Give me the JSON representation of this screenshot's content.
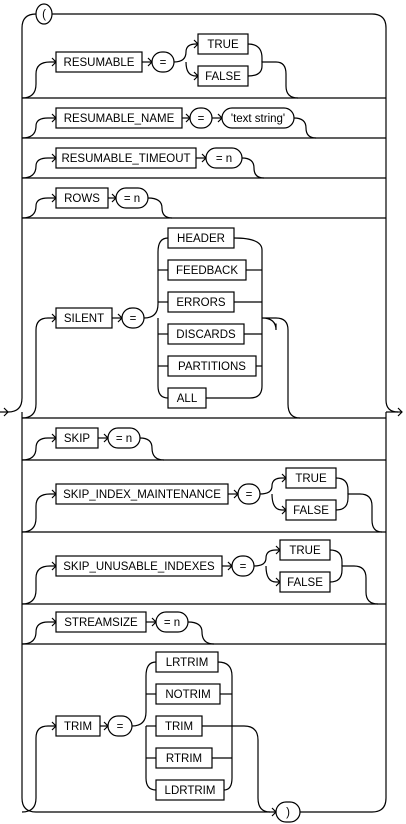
{
  "diagram": {
    "open_paren": "(",
    "close_paren": ")",
    "options": [
      {
        "keyword": "RESUMABLE",
        "equals": "=",
        "choices": [
          "TRUE",
          "FALSE"
        ]
      },
      {
        "keyword": "RESUMABLE_NAME",
        "equals": "=",
        "value": "'text string'"
      },
      {
        "keyword": "RESUMABLE_TIMEOUT",
        "value": "= n"
      },
      {
        "keyword": "ROWS",
        "value": "= n"
      },
      {
        "keyword": "SILENT",
        "equals": "=",
        "choices": [
          "HEADER",
          "FEEDBACK",
          "ERRORS",
          "DISCARDS",
          "PARTITIONS",
          "ALL"
        ]
      },
      {
        "keyword": "SKIP",
        "value": "= n"
      },
      {
        "keyword": "SKIP_INDEX_MAINTENANCE",
        "equals": "=",
        "choices": [
          "TRUE",
          "FALSE"
        ]
      },
      {
        "keyword": "SKIP_UNUSABLE_INDEXES",
        "equals": "=",
        "choices": [
          "TRUE",
          "FALSE"
        ]
      },
      {
        "keyword": "STREAMSIZE",
        "value": "= n"
      },
      {
        "keyword": "TRIM",
        "equals": "=",
        "choices": [
          "LRTRIM",
          "NOTRIM",
          "TRIM",
          "RTRIM",
          "LDRTRIM"
        ]
      }
    ]
  }
}
